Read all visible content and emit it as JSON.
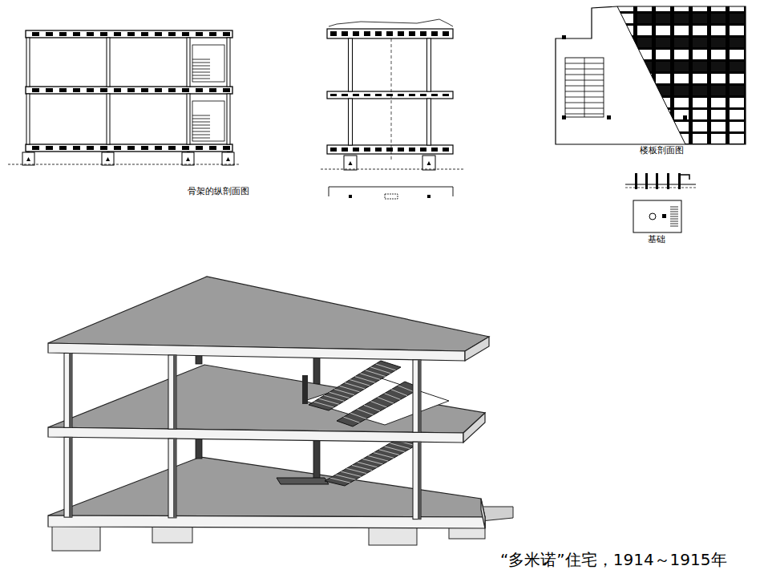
{
  "diagram": {
    "caption": "“多米诺”住宅，1914～1915年",
    "labels": [
      "骨架的纵剖面图",
      "楼板剖面图",
      "基础"
    ]
  }
}
